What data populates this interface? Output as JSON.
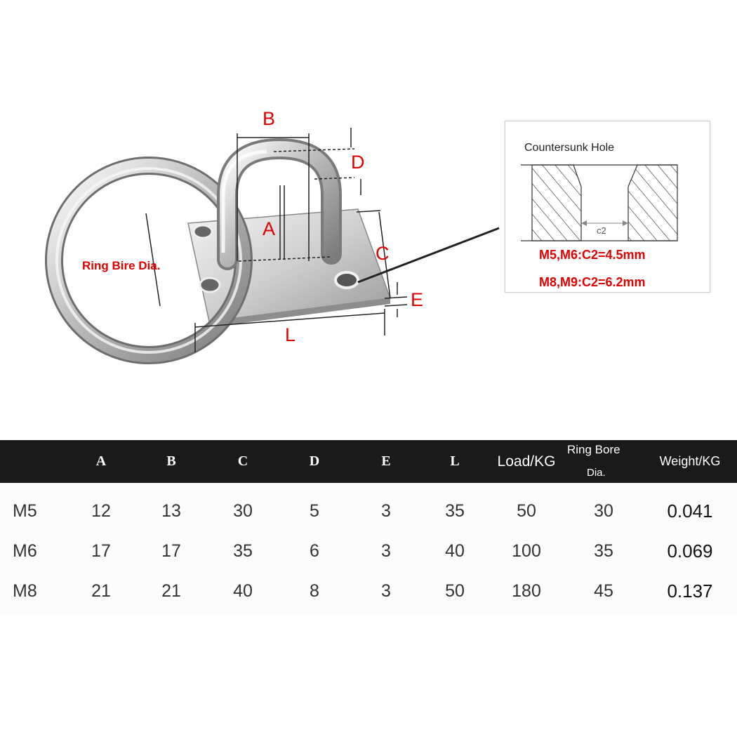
{
  "diagram": {
    "labels": {
      "A": "A",
      "B": "B",
      "C": "C",
      "D": "D",
      "E": "E",
      "L": "L",
      "ring": "Ring Bire Dia."
    }
  },
  "inset": {
    "title": "Countersunk Hole",
    "c2_label": "c2",
    "spec_line_1": "M5,M6:C2=4.5mm",
    "spec_line_2": "M8,M9:C2=6.2mm"
  },
  "table": {
    "columns": [
      "",
      "A",
      "B",
      "C",
      "D",
      "E",
      "L",
      "Load/KG",
      "Ring Bore",
      "Dia.",
      "Weight/KG"
    ],
    "rows": [
      [
        "M5",
        "12",
        "13",
        "30",
        "5",
        "3",
        "35",
        "50",
        "30",
        "0.041"
      ],
      [
        "M6",
        "17",
        "17",
        "35",
        "6",
        "3",
        "40",
        "100",
        "35",
        "0.069"
      ],
      [
        "M8",
        "21",
        "21",
        "40",
        "8",
        "3",
        "50",
        "180",
        "45",
        "0.137"
      ]
    ]
  },
  "colors": {
    "accent_red": "#e00000",
    "header_bg": "#1a1a1a",
    "metal": "#c8c8c8"
  }
}
